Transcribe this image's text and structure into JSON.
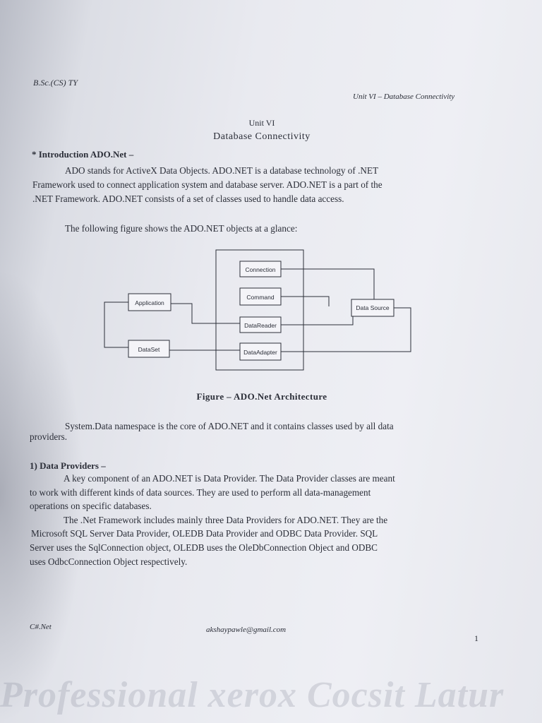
{
  "header": {
    "course": "B.Sc.(CS) TY",
    "unit_ref": "Unit VI – Database Connectivity"
  },
  "title": {
    "unit": "Unit VI",
    "topic": "Database Connectivity"
  },
  "intro": {
    "heading": "* Introduction ADO.Net –",
    "lines": [
      "ADO stands for ActiveX Data Objects. ADO.NET is a database technology of .NET",
      "Framework used to connect application system and database server. ADO.NET is a part of the",
      ".NET Framework. ADO.NET consists of a set of classes used to handle data access."
    ],
    "figure_intro": "The following figure shows the ADO.NET objects at a glance:"
  },
  "diagram": {
    "nodes": {
      "connection": "Connection",
      "command": "Command",
      "datareader": "DataReader",
      "dataadapter": "DataAdapter",
      "application": "Application",
      "dataset": "DataSet",
      "datasource": "Data Source"
    },
    "caption": "Figure – ADO.Net Architecture"
  },
  "namespace_note": {
    "lines": [
      "System.Data namespace is the core of ADO.NET and it contains classes used by all data",
      "providers."
    ]
  },
  "providers": {
    "heading": "1) Data Providers –",
    "lines": [
      "A key component of an ADO.NET is Data Provider. The Data Provider classes are meant",
      "to work with different kinds of data sources. They are used to perform all data-management",
      "operations on specific databases.",
      "The .Net Framework includes mainly three Data Providers for ADO.NET. They are the",
      "Microsoft SQL Server Data Provider, OLEDB Data Provider and ODBC Data Provider. SQL",
      "Server uses the SqlConnection object, OLEDB uses the OleDbConnection Object and ODBC",
      "uses OdbcConnection Object respectively."
    ]
  },
  "footer": {
    "subject": "C#.Net",
    "email": "akshaypawle@gmail.com",
    "page_number": "1"
  },
  "watermark": "Professional xerox Cocsit Latur"
}
